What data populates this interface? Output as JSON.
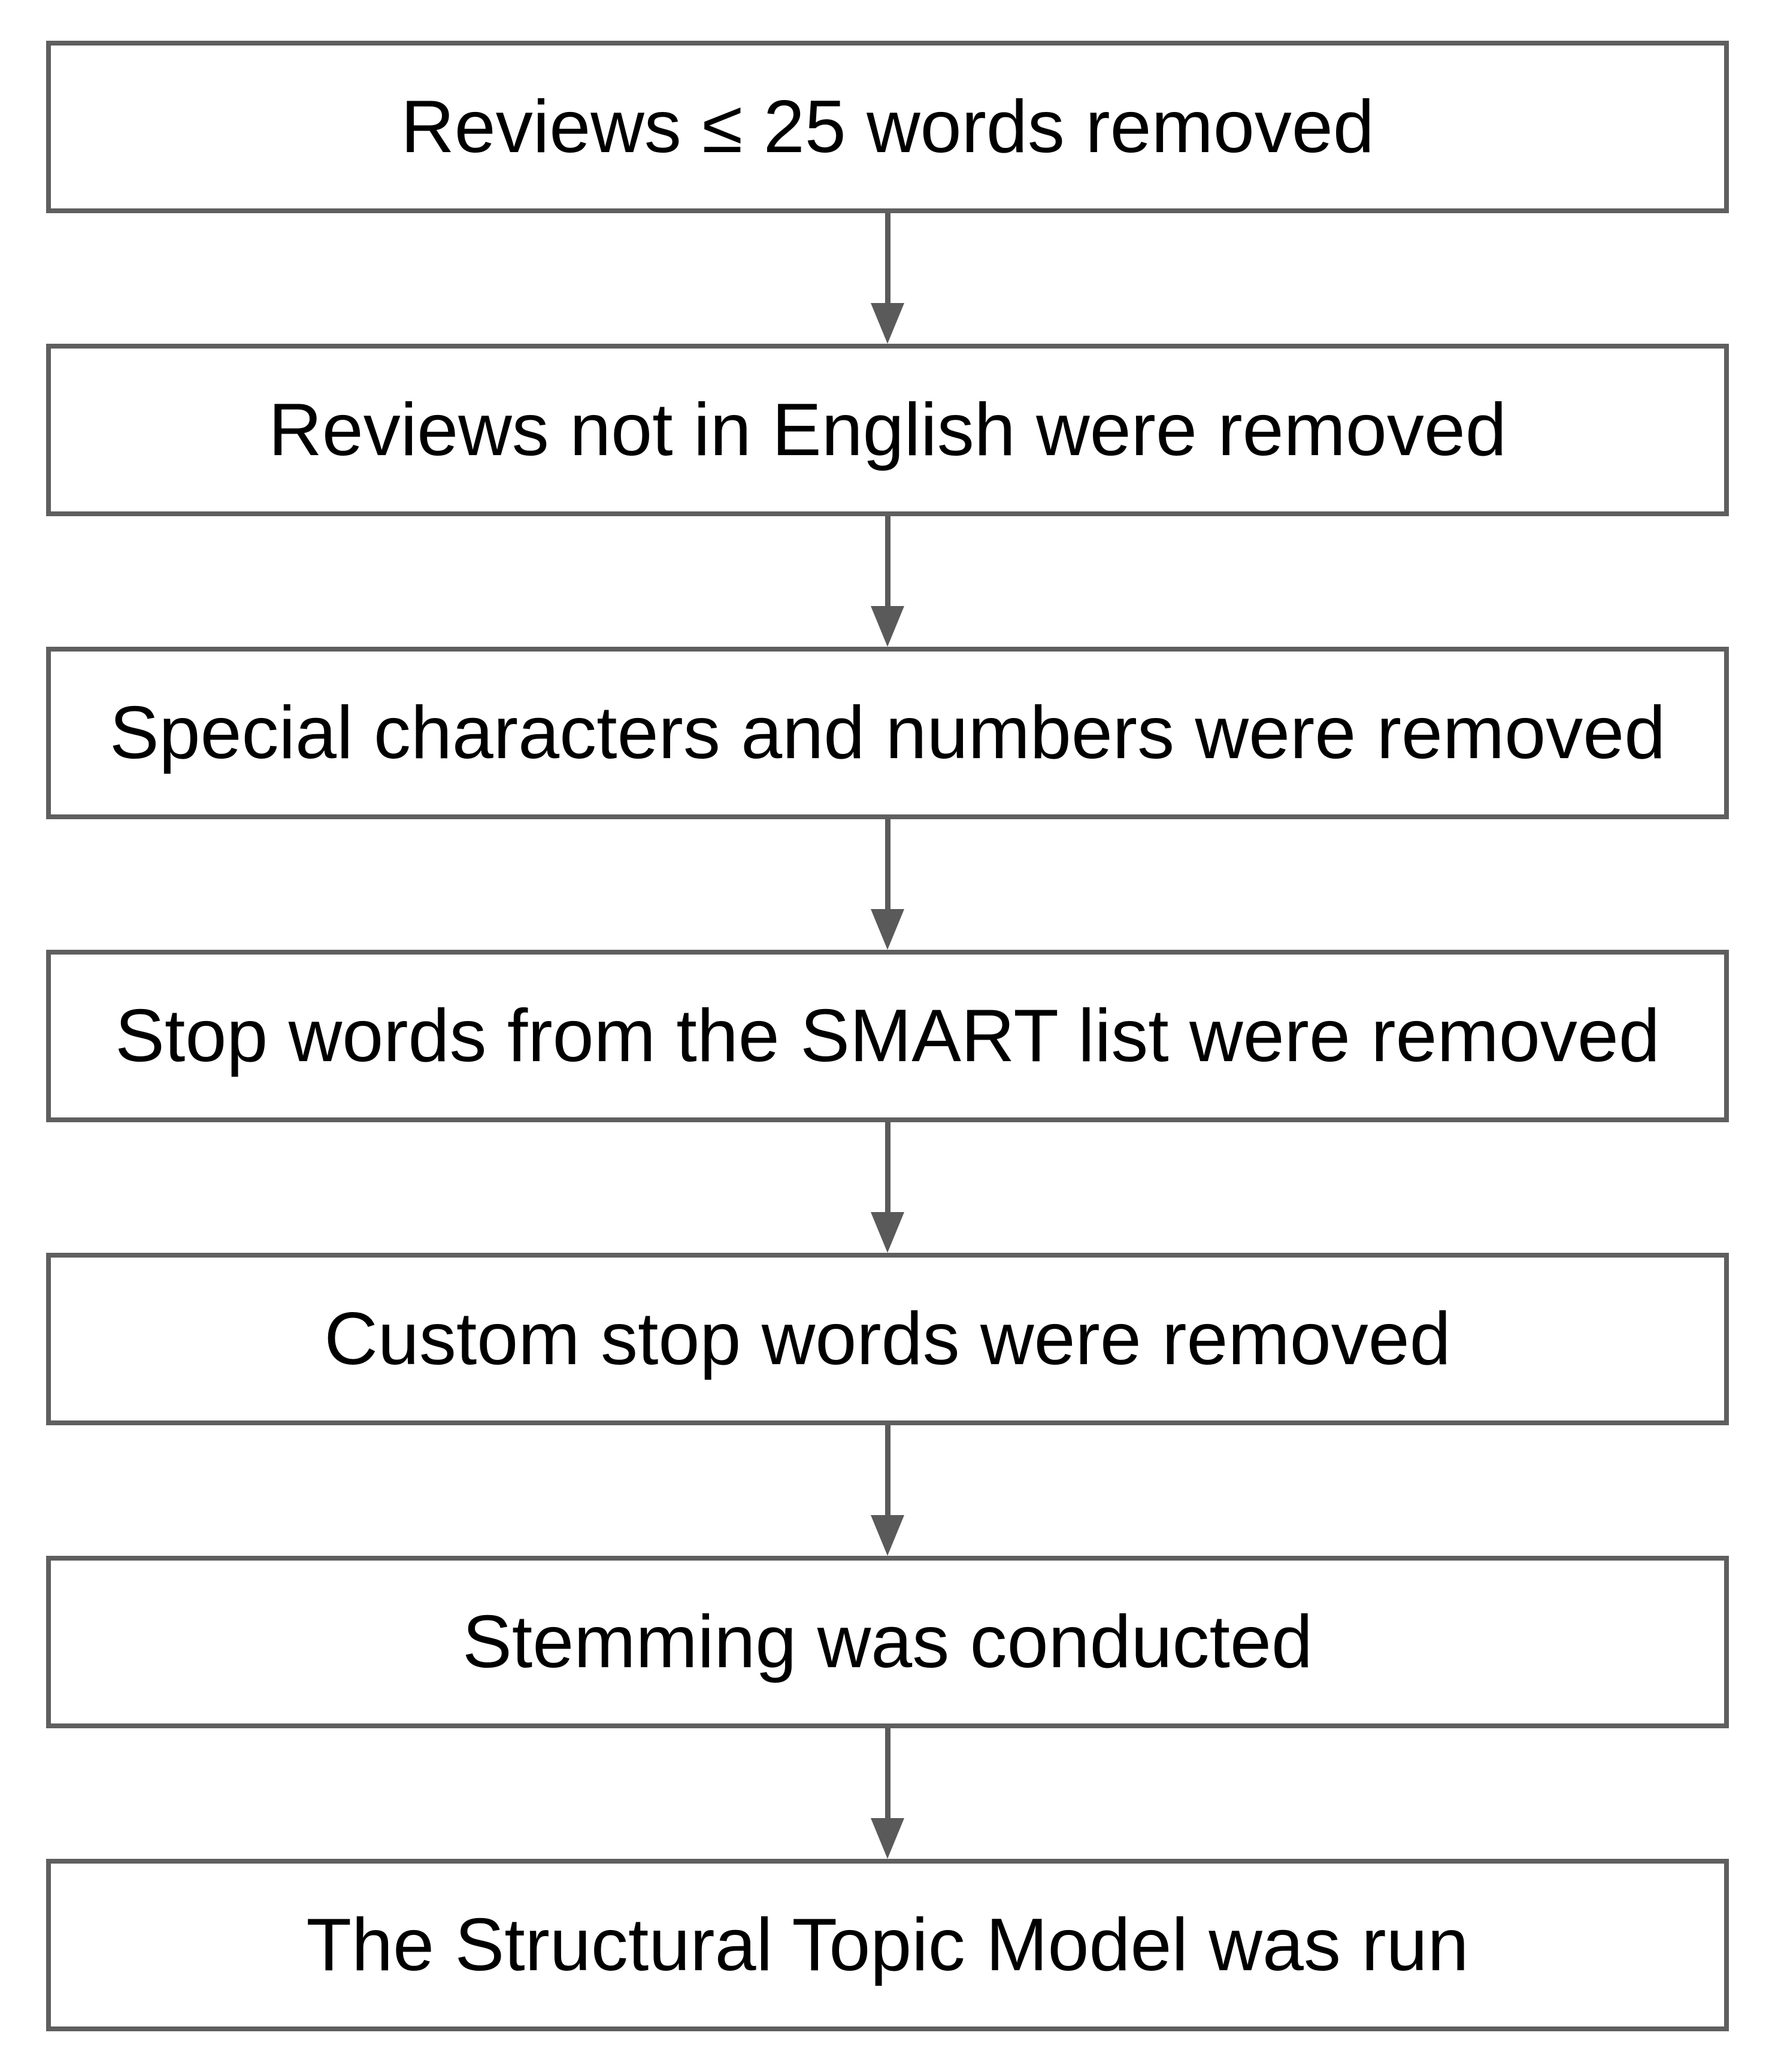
{
  "diagram": {
    "type": "flowchart",
    "direction": "top-down",
    "steps": [
      {
        "label": "Reviews ≤ 25 words removed"
      },
      {
        "label": "Reviews not in English were removed"
      },
      {
        "label": "Special characters and numbers were removed"
      },
      {
        "label": "Stop words from the SMART list were removed"
      },
      {
        "label": "Custom stop words were removed"
      },
      {
        "label": "Stemming was conducted"
      },
      {
        "label": "The Structural Topic Model was run"
      }
    ],
    "connector": "down-arrow"
  },
  "colors": {
    "background": "#ffffff",
    "box_background": "#ffffff",
    "box_border": "#5f5f5f",
    "arrow": "#5a5a5a",
    "text": "#000000"
  }
}
